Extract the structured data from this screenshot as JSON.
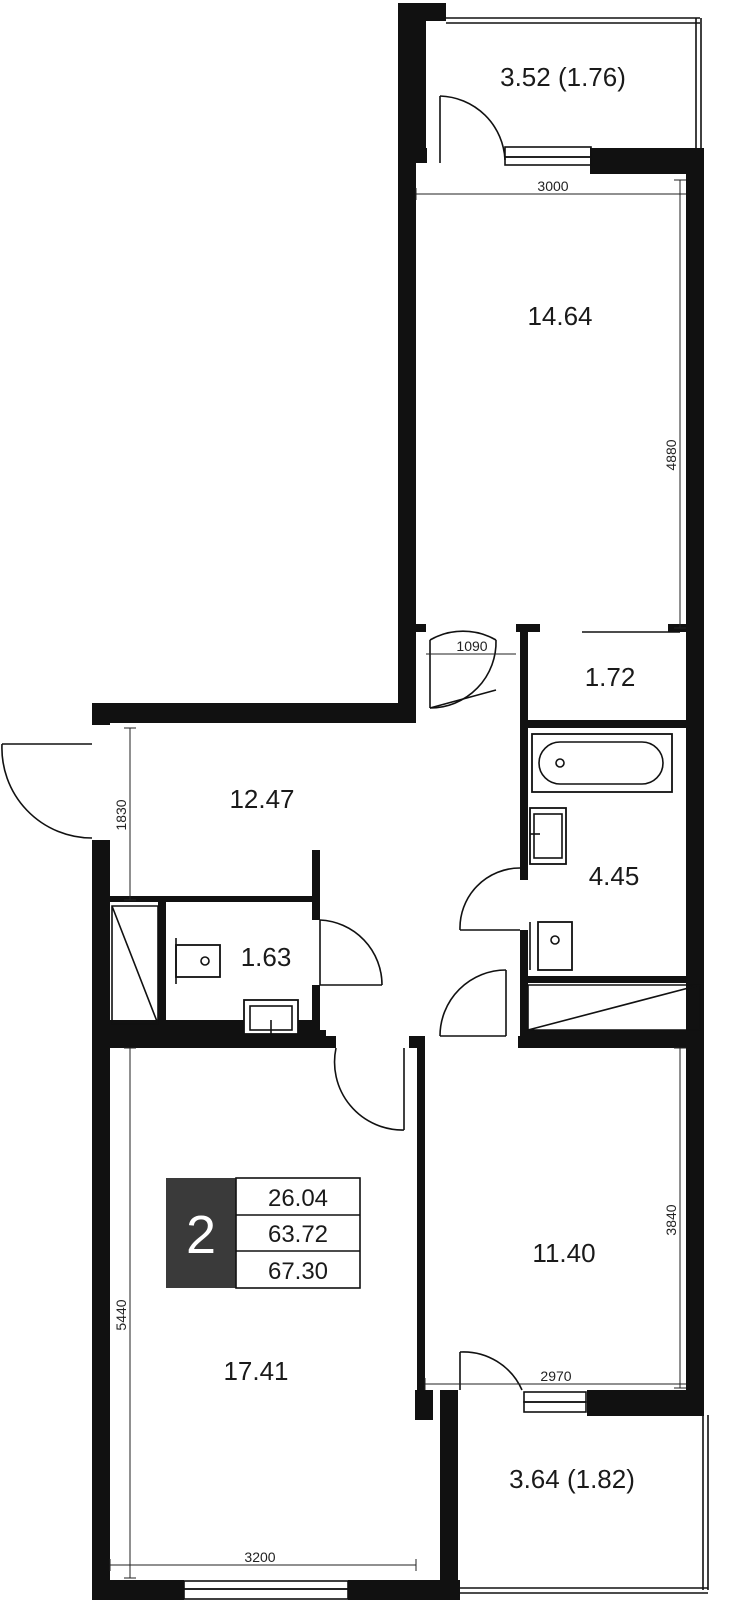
{
  "rooms": {
    "balcony_top": "3.52 (1.76)",
    "bedroom_top": "14.64",
    "storage_small": "1.72",
    "hall": "12.47",
    "bathroom": "4.45",
    "wc": "1.63",
    "living_room": "17.41",
    "bedroom_bottom": "11.40",
    "balcony_bottom": "3.64 (1.82)"
  },
  "dimensions": {
    "d3000": "3000",
    "d4880": "4880",
    "d1090": "1090",
    "d1830": "1830",
    "d5440": "5440",
    "d3840": "3840",
    "d2970": "2970",
    "d3200": "3200"
  },
  "badge": {
    "rooms_count": "2",
    "living_area": "26.04",
    "total_area": "63.72",
    "total_area_with_balconies": "67.30",
    "color": "#3a3a3a"
  }
}
